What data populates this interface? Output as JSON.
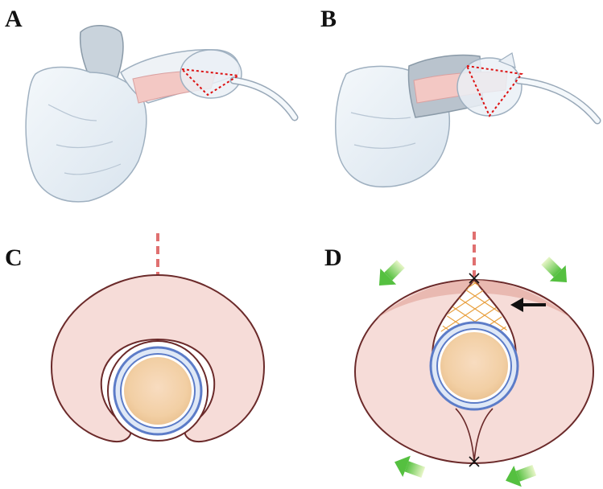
{
  "figure": {
    "panels": [
      {
        "label": "A"
      },
      {
        "label": "B"
      },
      {
        "label": "C"
      },
      {
        "label": "D"
      }
    ]
  },
  "colors": {
    "skin_pink": "#f6dcd8",
    "outline_brown": "#6b2a2a",
    "incision_red": "#e07070",
    "dotted_red": "#dd1111",
    "stoma_blue": "#5c7cc8",
    "mesh_orange": "#e8a040",
    "arrow_green": "#66cc44",
    "arrow_black": "#111111",
    "glove_white": "#e8eef4"
  },
  "icons": {
    "arrow": "arrow-icon",
    "suture_cross": "x-mark-icon"
  }
}
